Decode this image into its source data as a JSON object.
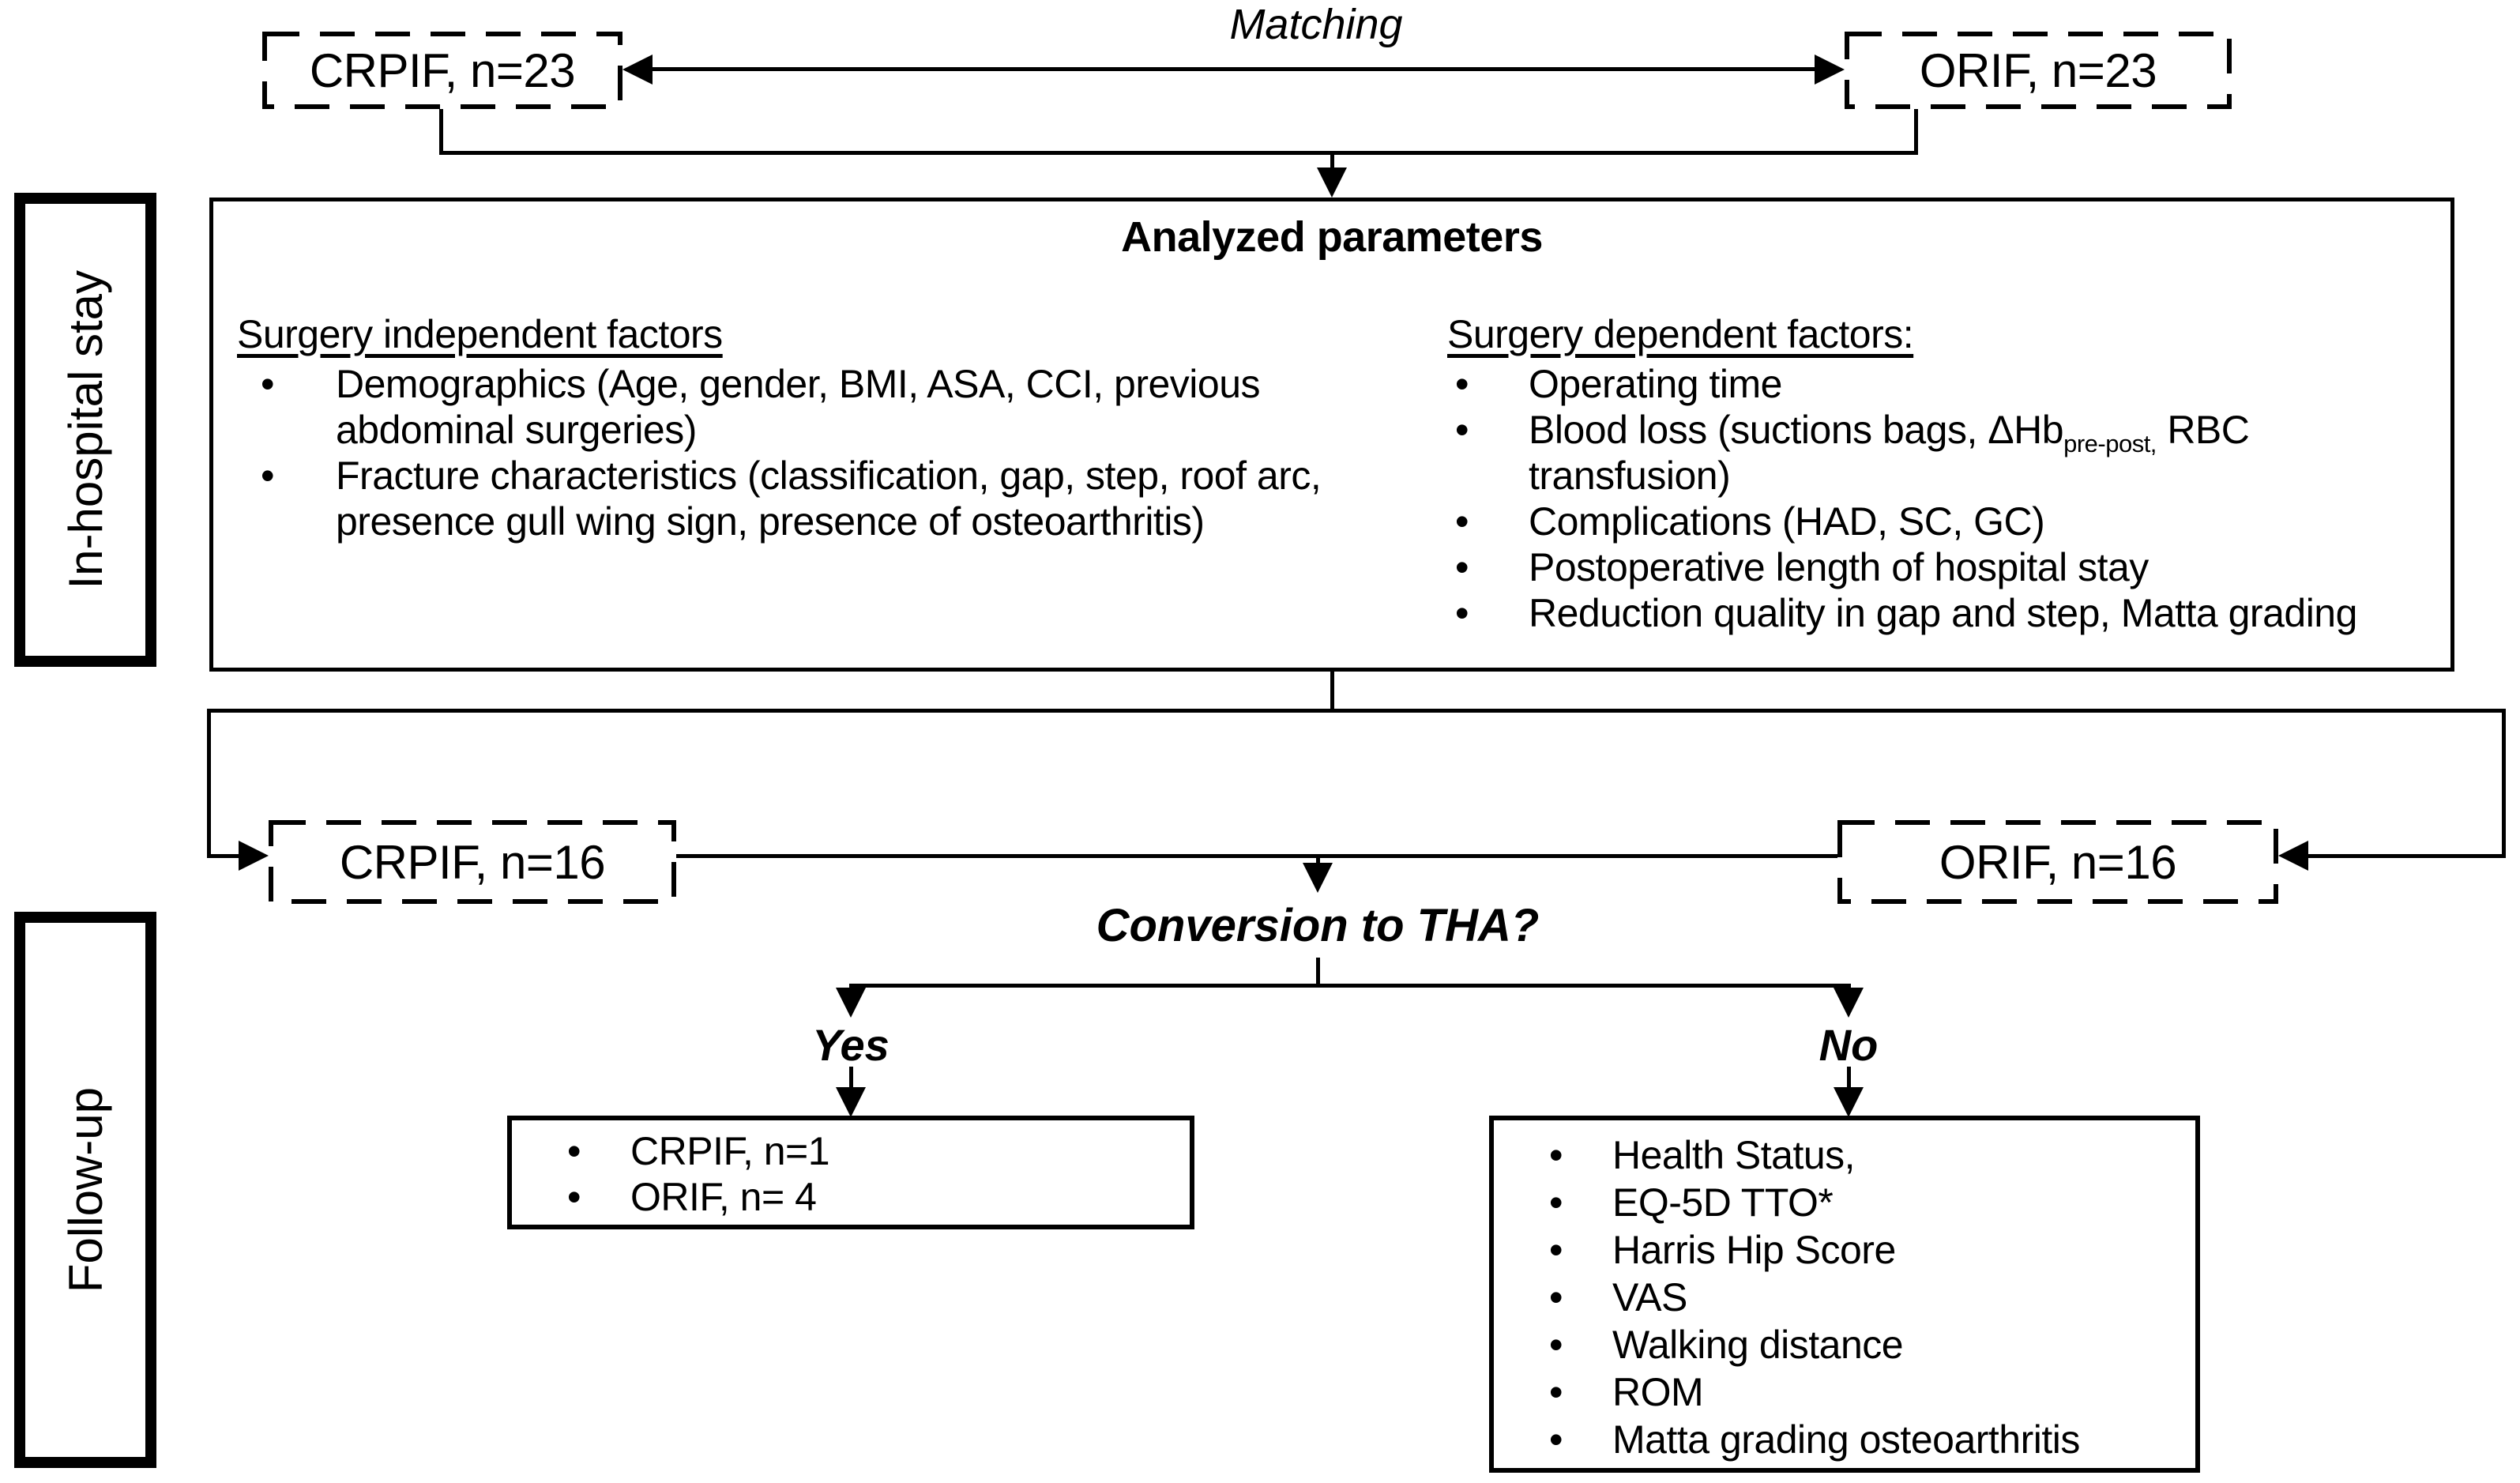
{
  "figure": {
    "matching_label": "Matching",
    "conversion_label": "Conversion to THA?",
    "yes_label": "Yes",
    "no_label": "No",
    "sidebar": {
      "in_hospital": "In-hospital stay",
      "follow_up": "Follow-up"
    },
    "boxes": {
      "crpif_23": "CRPIF, n=23",
      "orif_23": "ORIF, n=23",
      "crpif_16": "CRPIF, n=16",
      "orif_16": "ORIF, n=16"
    },
    "analyzed": {
      "title": "Analyzed parameters",
      "independent_header": "Surgery independent factors",
      "independent_items": [
        "Demographics (Age, gender, BMI, ASA, CCI, previous abdominal surgeries)",
        "Fracture characteristics (classification, gap, step, roof arc, presence gull wing sign, presence of osteoarthritis)"
      ],
      "dependent_header": "Surgery dependent factors:",
      "dependent_items": [
        {
          "pre": "Operating time",
          "sub": "",
          "post": ""
        },
        {
          "pre": "Blood loss (suctions bags, ΔHb",
          "sub": "pre-post,",
          "post": " RBC transfusion)"
        },
        {
          "pre": "Complications (HAD, SC, GC)",
          "sub": "",
          "post": ""
        },
        {
          "pre": "Postoperative length of hospital stay",
          "sub": "",
          "post": ""
        },
        {
          "pre": "Reduction quality in gap and step, Matta grading",
          "sub": "",
          "post": ""
        }
      ]
    },
    "yes_box_items": [
      "CRPIF, n=1",
      "ORIF, n= 4"
    ],
    "no_box_items": [
      "Health Status,",
      "EQ-5D TTO*",
      "Harris Hip Score",
      "VAS",
      "Walking distance",
      "ROM",
      "Matta grading osteoarthritis"
    ],
    "colors": {
      "ink": "#000000",
      "background": "#ffffff"
    }
  }
}
